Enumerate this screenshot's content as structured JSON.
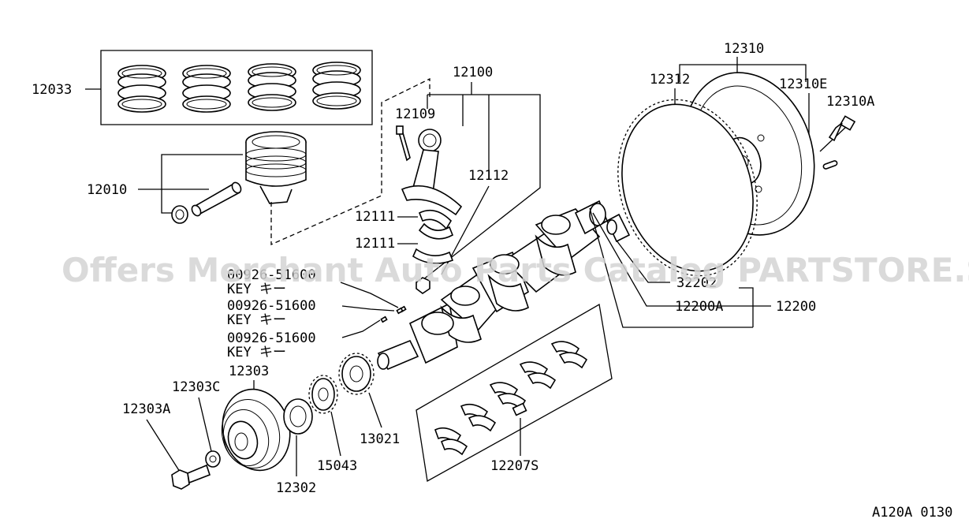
{
  "watermark": "Offers Merchant Auto Parts Catalog PARTSTORE.SA",
  "figure_code": "A120A 0130",
  "labels": {
    "p12033": "12033",
    "p12010": "12010",
    "p12100": "12100",
    "p12109": "12109",
    "p12112": "12112",
    "p12111a": "12111",
    "p12111b": "12111",
    "key1_num": "00926-51600",
    "key1_txt": "KEY キー",
    "key2_num": "00926-51600",
    "key2_txt": "KEY キー",
    "key3_num": "00926-51600",
    "key3_txt": "KEY キー",
    "p12303": "12303",
    "p12303C": "12303C",
    "p12303A": "12303A",
    "p12302": "12302",
    "p15043": "15043",
    "p13021": "13021",
    "p12207S": "12207S",
    "p12310": "12310",
    "p12312": "12312",
    "p12310E": "12310E",
    "p12310A": "12310A",
    "p32202": "32202",
    "p12200A": "12200A",
    "p12200": "12200"
  },
  "parts": {
    "piston_rings": "piston-ring-set",
    "piston": "piston",
    "piston_pin": "piston-pin",
    "connecting_rod": "connecting-rod",
    "crankshaft": "crankshaft",
    "flywheel": "flywheel",
    "pulley": "crank-pulley",
    "sprocket": "crank-sprocket",
    "main_bearings": "main-bearing-set"
  }
}
